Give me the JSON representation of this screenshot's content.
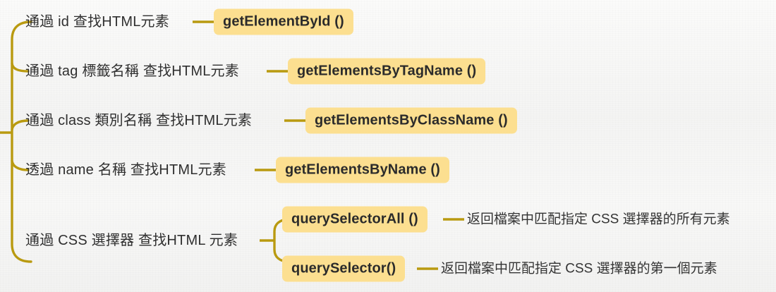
{
  "diagram": {
    "type": "mind-map",
    "title_present": false,
    "colors": {
      "background": "#f7f7f6",
      "badge_fill": "#fcdf90",
      "badge_text": "#2b2b2b",
      "connector": "#b99a10",
      "bracket": "#b99a10",
      "label_text": "#2f2f2f"
    },
    "root": {
      "stub_label": ""
    },
    "branches": [
      {
        "id": "by-id",
        "label": "通過 id 查找HTML元素",
        "method": "getElementById ()",
        "description": ""
      },
      {
        "id": "by-tag",
        "label": "通過 tag 標籤名稱 查找HTML元素",
        "method": "getElementsByTagName ()",
        "description": ""
      },
      {
        "id": "by-class",
        "label": "通過 class 類別名稱 查找HTML元素",
        "method": "getElementsByClassName ()",
        "description": ""
      },
      {
        "id": "by-name",
        "label": "透過 name 名稱 查找HTML元素",
        "method": "getElementsByName ()",
        "description": ""
      },
      {
        "id": "by-css-selector",
        "label": "通過 CSS 選擇器 查找HTML 元素",
        "method": "",
        "children": [
          {
            "id": "query-selector-all",
            "method": "querySelectorAll ()",
            "description": "返回檔案中匹配指定 CSS 選擇器的所有元素"
          },
          {
            "id": "query-selector",
            "method": "querySelector()",
            "description": "返回檔案中匹配指定 CSS 選擇器的第一個元素"
          }
        ]
      }
    ]
  }
}
